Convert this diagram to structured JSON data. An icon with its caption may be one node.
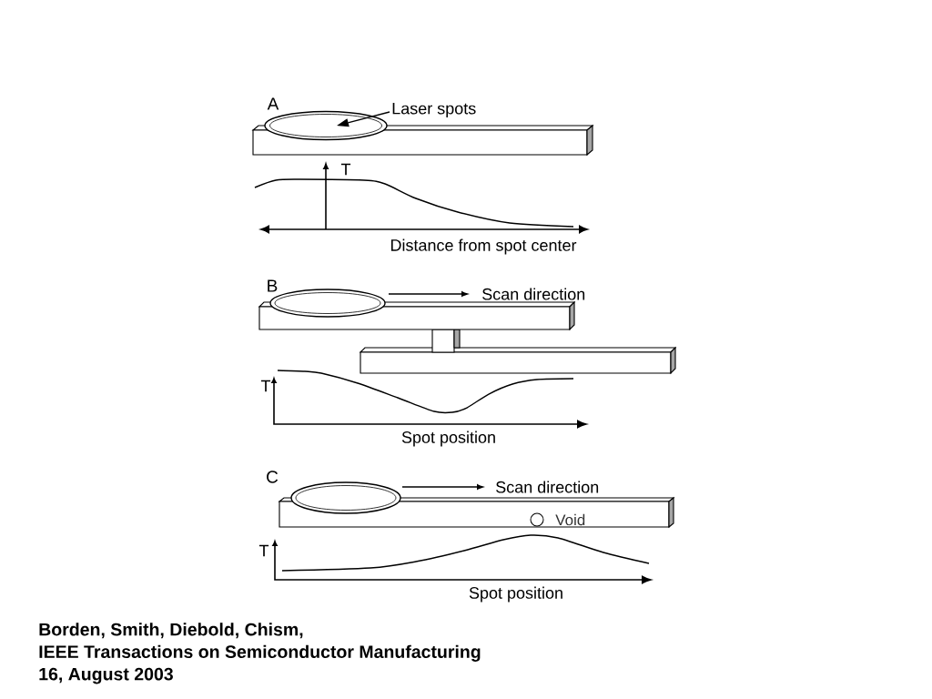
{
  "diagram": {
    "caption": "Borden, Smith, Diebold, Chism, IEEE Transactions on Semiconductor Manufacturing 16, August 2003",
    "nodes": [
      {
        "text": [
          "Laser spots"
        ]
      },
      {
        "text": [],
        "shape": "ellipse"
      },
      {
        "text": [],
        "shape": "ellipse"
      },
      {
        "text": [],
        "shape": "ellipse"
      }
    ],
    "edges": [
      {
        "from": 0,
        "to": 1,
        "arrow": "to"
      }
    ],
    "labels": [
      "A",
      "T",
      "Distance from spot center",
      "B",
      "Scan direction",
      "T",
      "Spot position",
      "C",
      "Scan direction",
      "Void",
      "T",
      "Spot position"
    ]
  }
}
